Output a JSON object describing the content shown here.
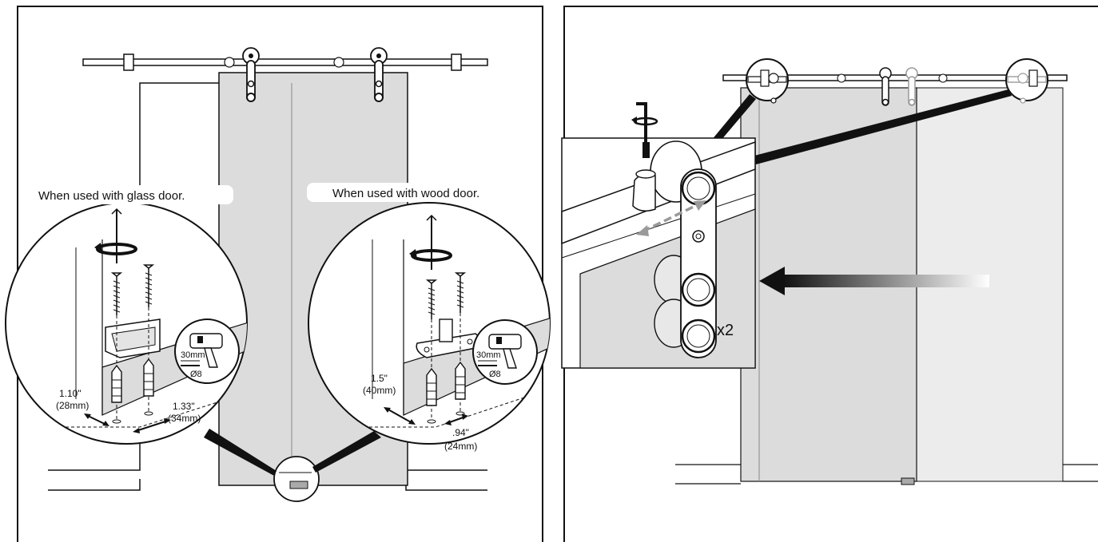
{
  "left_panel": {
    "glass_caption": "When used with glass door.",
    "wood_caption": "When used with wood door.",
    "glass_detail": {
      "drill_depth": "30mm",
      "drill_diameter": "Ø8",
      "height_in": "1.10\"",
      "height_mm": "(28mm)",
      "spacing_in": "1.33\"",
      "spacing_mm": "(34mm)"
    },
    "wood_detail": {
      "drill_depth": "30mm",
      "drill_diameter": "Ø8",
      "height_in": "1.5\"",
      "height_mm": "(40mm)",
      "spacing_in": ".94\"",
      "spacing_mm": "(24mm)"
    }
  },
  "right_panel": {
    "quantity": "x2"
  },
  "colors": {
    "line": "#111111",
    "glass_fill": "#dcdcdc",
    "glass_fill_light": "#ececec",
    "arrow_grey": "#9a9a9a"
  }
}
